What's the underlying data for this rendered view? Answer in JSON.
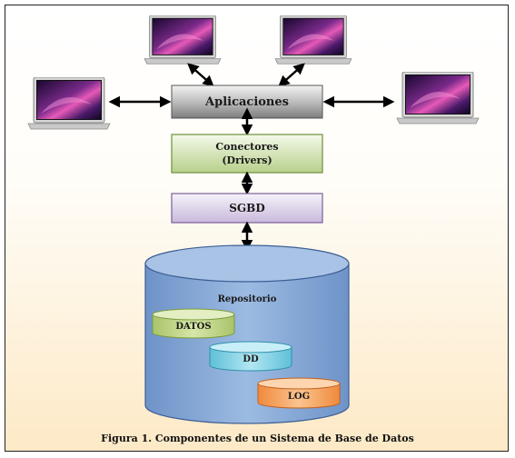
{
  "diagram": {
    "applications_label": "Aplicaciones",
    "connectors_label_line1": "Conectores",
    "connectors_label_line2": "(Drivers)",
    "sgbd_label": "SGBD",
    "repository_label": "Repositorio",
    "datos_label": "DATOS",
    "dd_label": "DD",
    "log_label": "LOG"
  },
  "caption": "Figura 1. Componentes de un Sistema de Base de Datos",
  "colors": {
    "applications_box": "#9b9b9b",
    "connectors_box": "#c6dca0",
    "sgbd_box": "#d9cde6",
    "repository_cylinder": "#8fb0db",
    "datos_cylinder": "#c4d98e",
    "dd_cylinder": "#8fd3e6",
    "log_cylinder": "#f7a965"
  }
}
